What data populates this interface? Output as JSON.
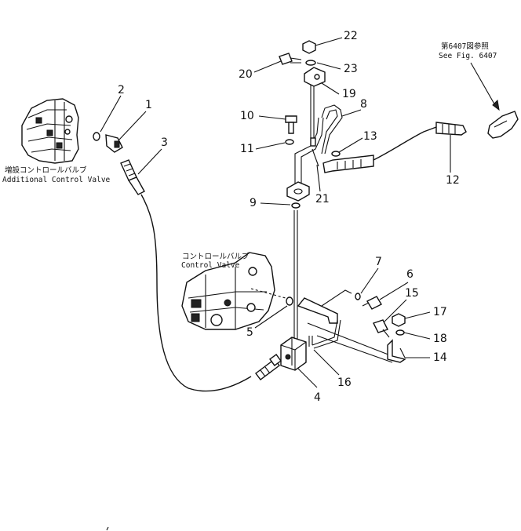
{
  "labels": {
    "additional_valve_jp": "増設コントロールバルブ",
    "additional_valve_en": "Additional Control Valve",
    "control_valve_jp": "コントロールバルブ",
    "control_valve_en": "Control Valve",
    "see_fig_jp": "第6407図参照",
    "see_fig_en": "See Fig. 6407"
  },
  "callouts": [
    "1",
    "2",
    "3",
    "4",
    "5",
    "6",
    "7",
    "8",
    "9",
    "10",
    "11",
    "12",
    "13",
    "14",
    "15",
    "16",
    "17",
    "18",
    "19",
    "20",
    "21",
    "22",
    "23"
  ]
}
